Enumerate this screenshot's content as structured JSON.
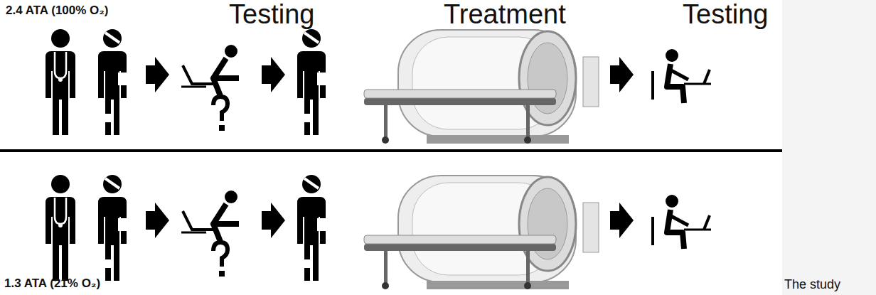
{
  "diagram": {
    "labels": [
      "2.4 ATA (100% O₂)",
      "Testing",
      "Treatment",
      "Testing",
      "1.3 ATA (21% O₂)",
      "The study"
    ]
  }
}
